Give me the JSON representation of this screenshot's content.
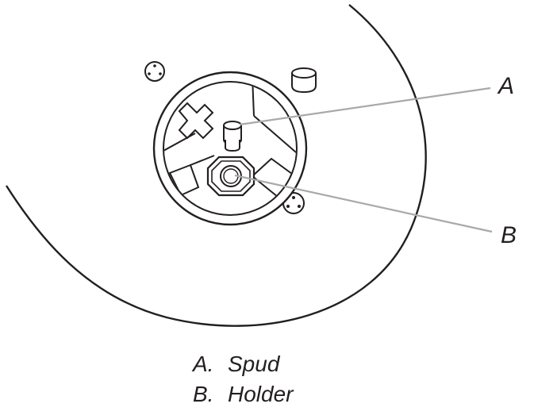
{
  "callouts": [
    {
      "letter": "A",
      "label": "Spud"
    },
    {
      "letter": "B",
      "label": "Holder"
    }
  ],
  "legend": [
    {
      "key": "A.",
      "text": "Spud"
    },
    {
      "key": "B.",
      "text": "Holder"
    }
  ],
  "colors": {
    "line": "#231f20",
    "leader": "#a7a9ac",
    "background": "#ffffff"
  }
}
